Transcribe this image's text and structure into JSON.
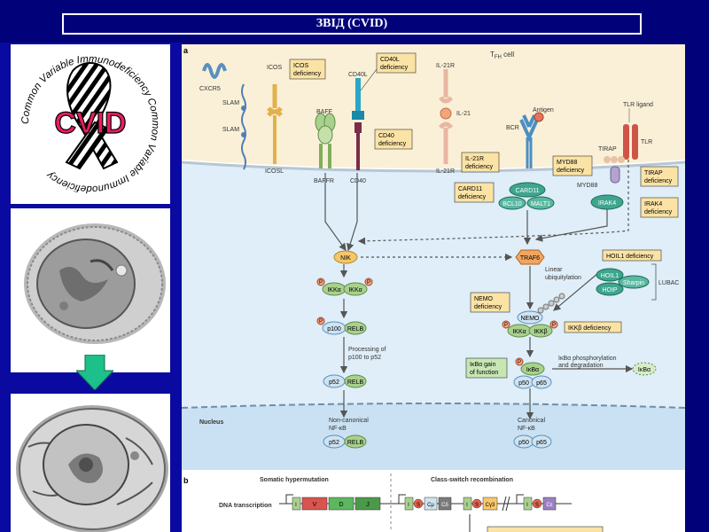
{
  "title": "ЗВІД (CVID)",
  "logo": {
    "ring_text": "Common Variable Immunodeficiency Common Variable Immunodeficiency",
    "center": "CVID"
  },
  "diagram": {
    "panel_a": "a",
    "panel_b": "b",
    "tfh_cell": "T",
    "tfh_sub": "FH",
    "tfh_suffix": " cell",
    "cxcr5": "CXCR5",
    "icos": "ICOS",
    "icos_def": [
      "ICOS",
      "deficiency"
    ],
    "cd40l": "CD40L",
    "cd40l_def": [
      "CD40L",
      "deficiency"
    ],
    "il21r_top": "IL-21R",
    "il21": "IL-21",
    "tlr_ligand": "TLR ligand",
    "slam1": "SLAM",
    "slam2": "SLAM",
    "baff": "BAFF",
    "antigen": "Antigen",
    "bcr": "BCR",
    "tirap": "TIRAP",
    "tlr": "TLR",
    "icosl": "ICOSL",
    "baffr": "BAFFR",
    "cd40": "CD40",
    "cd40_def": [
      "CD40",
      "deficiency"
    ],
    "il21r_bottom": "IL-21R",
    "il21r_def": [
      "IL-21R",
      "deficiency"
    ],
    "myd88_def": [
      "MYD88",
      "deficiency"
    ],
    "tirap_def": [
      "TIRAP",
      "deficiency"
    ],
    "myd88": "MYD88",
    "card11_def": [
      "CARD11",
      "deficiency"
    ],
    "card11": "CARD11",
    "bcl10": "BCL10",
    "malt1": "MALT1",
    "irak4": "IRAK4",
    "irak4_def": [
      "IRAK4",
      "deficiency"
    ],
    "nik": "NIK",
    "traf6": "TRAF6",
    "hoil1_def": "HOIL1 deficiency",
    "hoil1": "HOIL1",
    "hoip": "HOIP",
    "sharpin": "Sharpin",
    "lubac": "LUBAC",
    "linear_ubi": [
      "Linear",
      "ubiquitylation"
    ],
    "p": "P",
    "ikka": "IKKα",
    "ikkb": "IKKβ",
    "nemo": "NEMO",
    "nemo_def": [
      "NEMO",
      "deficiency"
    ],
    "ikkb_def": "IKKβ deficiency",
    "p100": "p100",
    "relb": "RELB",
    "processing": [
      "Processing of",
      "p100 to p52"
    ],
    "ikba": "IκBα",
    "ikba_gain": [
      "IκBα gain",
      "of function"
    ],
    "ikba_phos": [
      "IκBα phosphorylation",
      "and degradation"
    ],
    "p50": "p50",
    "p65": "p65",
    "p52": "p52",
    "nucleus": "Nucleus",
    "noncanonical": [
      "Non-canonical",
      "NF-κB"
    ],
    "canonical": [
      "Canonical",
      "NF-κB"
    ],
    "somatic": "Somatic hypermutation",
    "csr": "Class-switch recombination",
    "dna_tx": "DNA transcription",
    "seg_i": "I",
    "seg_v": "V",
    "seg_d": "D",
    "seg_j": "J",
    "seg_s": "S",
    "seg_cmu": "Cμ",
    "seg_cdelta": "Cδ",
    "seg_cg3": "Cγ3",
    "seg_ce": "Cε"
  }
}
